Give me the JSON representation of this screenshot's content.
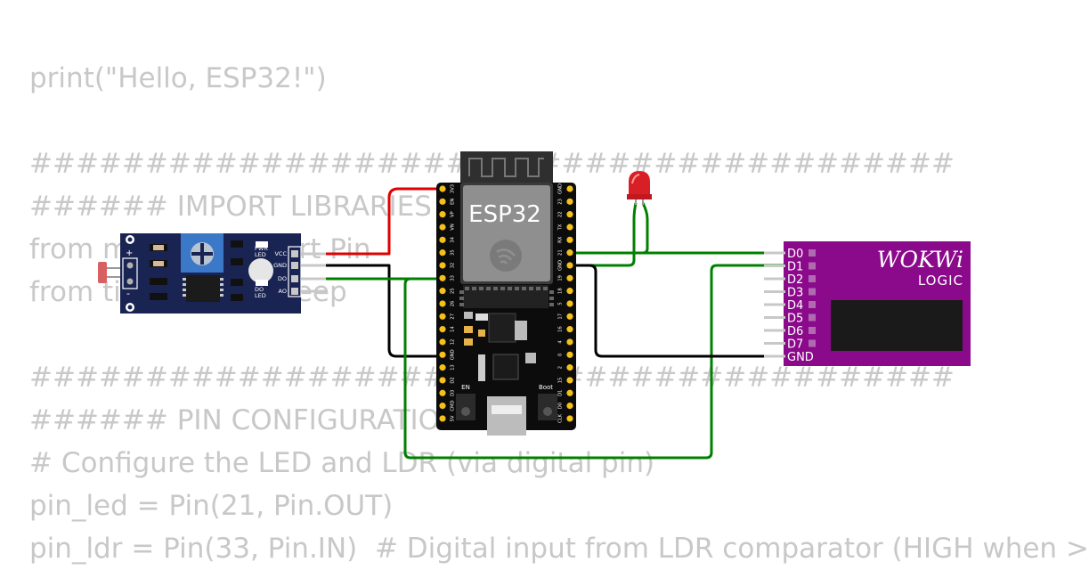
{
  "code_lines": [
    "print(\"Hello, ESP32!\")",
    "",
    "########################################",
    "###### IMPORT LIBRARIES",
    "from machine import Pin",
    "from time import sleep",
    "",
    "########################################",
    "###### PIN CONFIGURATIONS",
    "# Configure the LED and LDR (via digital pin)",
    "pin_led = Pin(21, Pin.OUT)",
    "pin_ldr = Pin(33, Pin.IN)  # Digital input from LDR comparator (HIGH when >"
  ],
  "ldr_module": {
    "pin_labels": [
      "VCC",
      "GND",
      "DO",
      "AO"
    ],
    "pwr_led": "PWR\nLED",
    "do_led": "DO\nLED",
    "plus": "+",
    "minus": "-"
  },
  "esp32": {
    "title": "ESP32",
    "left_pins": [
      "3V3",
      "EN",
      "VP",
      "VN",
      "34",
      "35",
      "32",
      "33",
      "25",
      "26",
      "27",
      "14",
      "12",
      "GND",
      "13",
      "D2",
      "D3",
      "CMD",
      "5V"
    ],
    "right_pins": [
      "GND",
      "23",
      "22",
      "TX",
      "RX",
      "21",
      "GND",
      "19",
      "18",
      "5",
      "17",
      "16",
      "4",
      "0",
      "2",
      "15",
      "D1",
      "D0",
      "CLK"
    ],
    "en_label": "EN",
    "boot_label": "Boot"
  },
  "logic_analyzer": {
    "brand": "WOKWi",
    "product": "LOGIC",
    "pins": [
      "D0",
      "D1",
      "D2",
      "D3",
      "D4",
      "D5",
      "D6",
      "D7",
      "GND"
    ]
  },
  "colors": {
    "wire_red": "#e00000",
    "wire_black": "#000000",
    "wire_green": "#008000",
    "code_text": "#c8c8c8",
    "analyzer": "#8b0a8b",
    "ldr_board": "#1a2453"
  }
}
